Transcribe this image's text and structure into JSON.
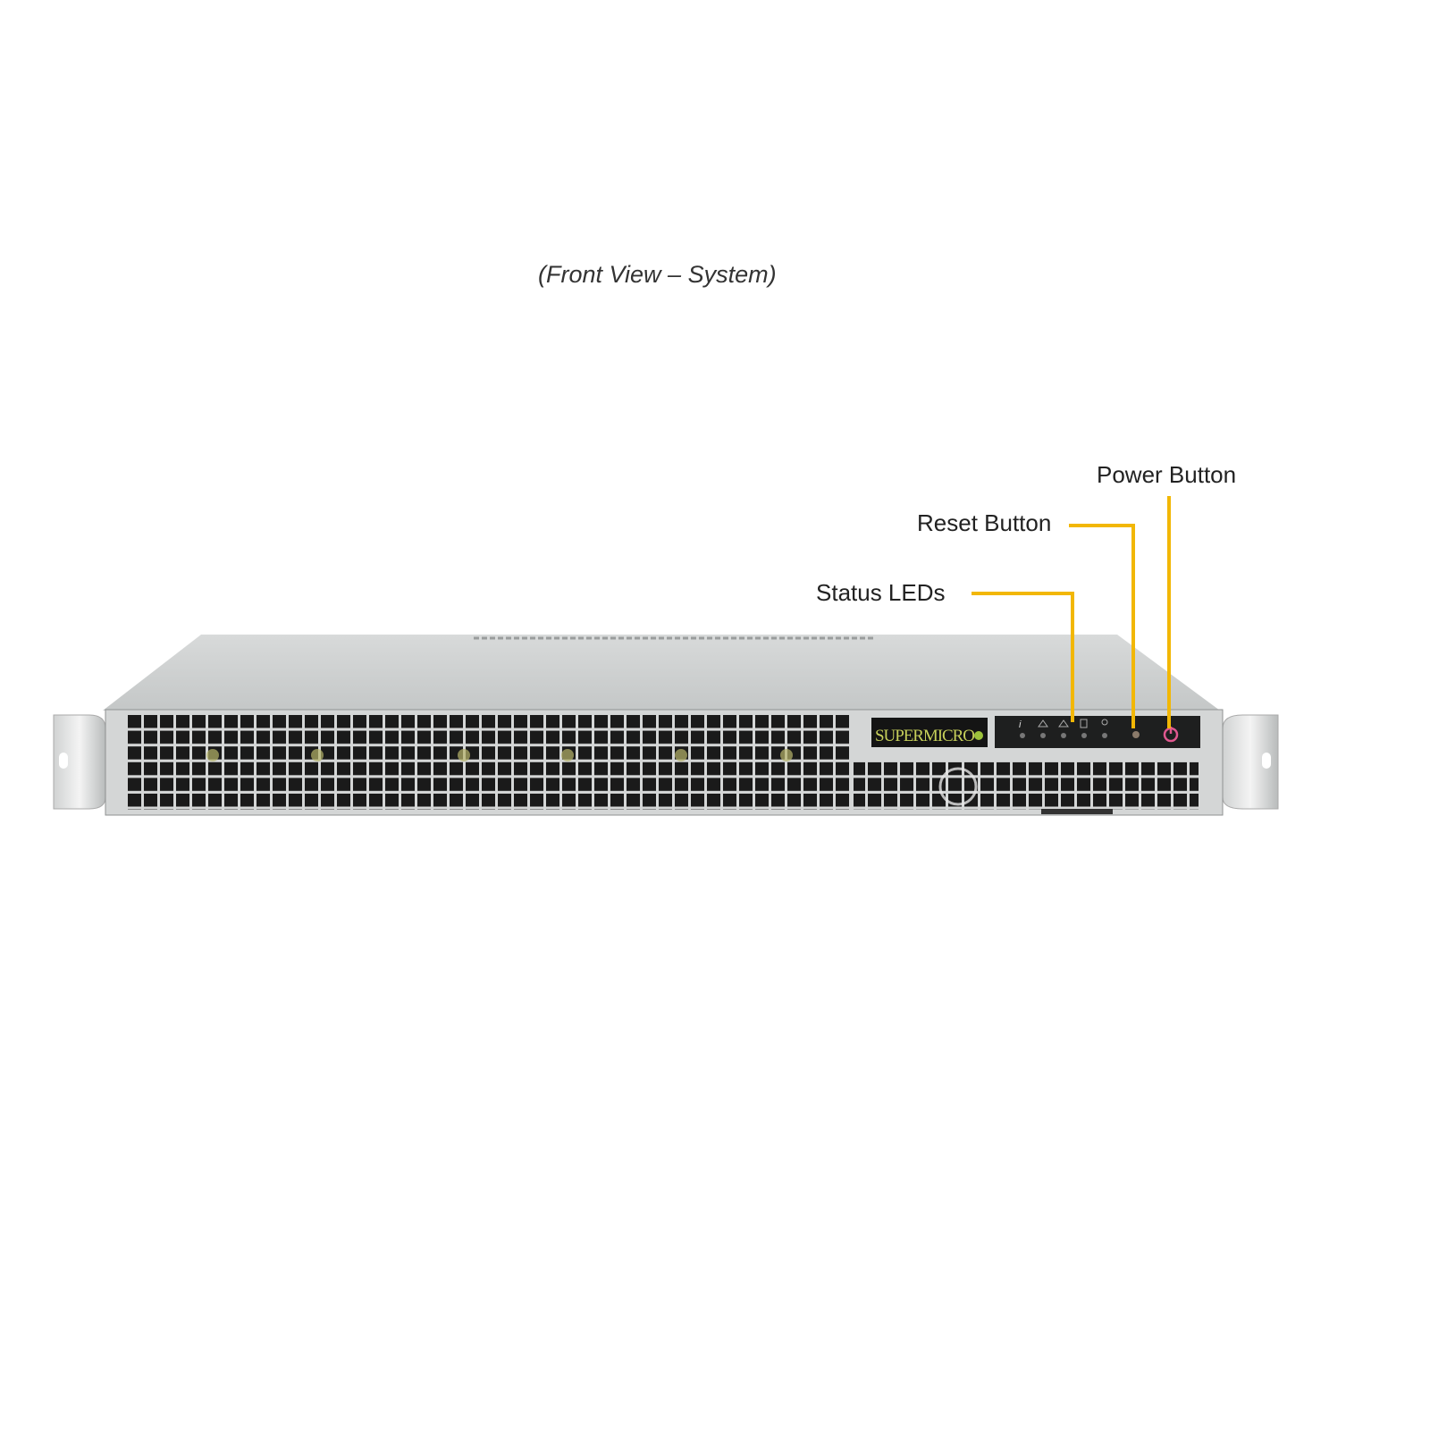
{
  "caption": "(Front View – System)",
  "callouts": {
    "power": "Power Button",
    "reset": "Reset Button",
    "status": "Status LEDs"
  },
  "logo": "SUPERMICRO",
  "colors": {
    "callout_line": "#f2b705",
    "chassis": "#c9cccc",
    "panel": "#1e1f1f",
    "power_led": "#e0588f"
  }
}
